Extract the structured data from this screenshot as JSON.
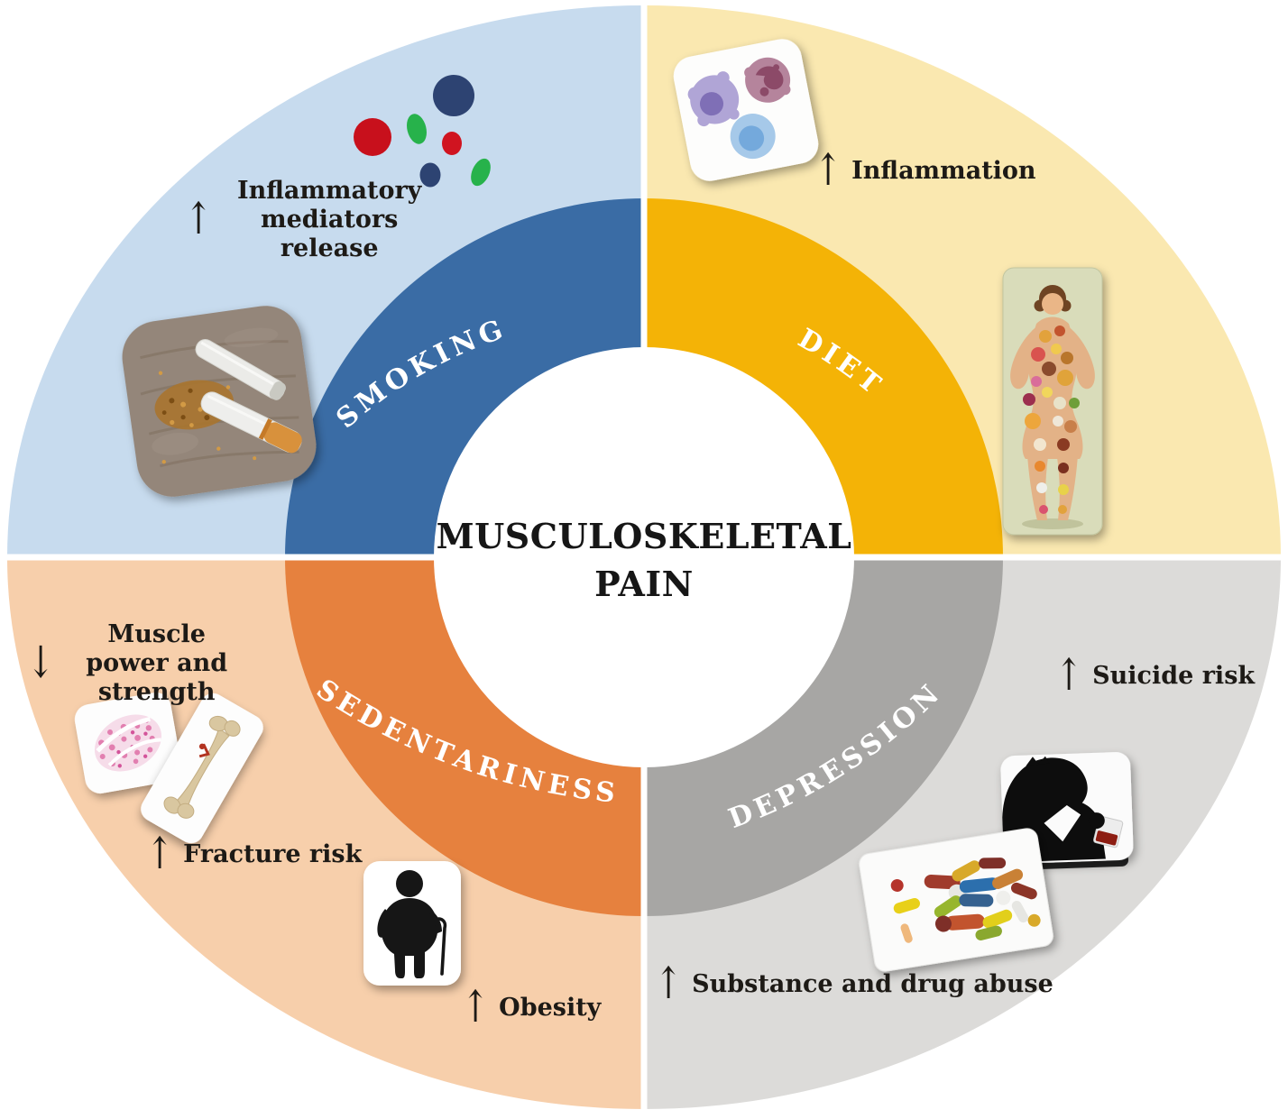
{
  "title": {
    "line1": "MUSCULOSKELETAL",
    "line2": "PAIN"
  },
  "rings": {
    "smoking": {
      "label": "SMOKING",
      "inner_color": "#3a6ca5",
      "outer_color": "#c7dbee"
    },
    "diet": {
      "label": "DIET",
      "inner_color": "#f4b306",
      "outer_color": "#fae8b0"
    },
    "sedentariness": {
      "label": "SEDENTARINESS",
      "inner_color": "#e6813e",
      "outer_color": "#f7cfab"
    },
    "depression": {
      "label": "DEPRESSION",
      "inner_color": "#a7a6a4",
      "outer_color": "#dcdbd9"
    }
  },
  "annotations": {
    "smoking": {
      "arrow": "↑",
      "text": "Inflammatory mediators release"
    },
    "diet": {
      "arrow": "↑",
      "text": "Inflammation"
    },
    "muscle": {
      "arrow": "↓",
      "text": "Muscle power and strength"
    },
    "fracture": {
      "arrow": "↑",
      "text": "Fracture risk"
    },
    "obesity": {
      "arrow": "↑",
      "text": "Obesity"
    },
    "suicide": {
      "arrow": "↑",
      "text": "Suicide risk"
    },
    "substance": {
      "arrow": "↑",
      "text": "Substance and drug abuse"
    }
  },
  "icons": {
    "smoking": [
      "inflammatory-mediators-dots-icon",
      "cigarettes-tobacco-photo"
    ],
    "diet": [
      "immune-cells-icon",
      "body-of-food-illustration"
    ],
    "sedentariness": [
      "muscle-tissue-icon",
      "fractured-bone-icon",
      "obese-person-cane-icon"
    ],
    "depression": [
      "depressed-person-drinking-icon",
      "pills-photo"
    ]
  }
}
